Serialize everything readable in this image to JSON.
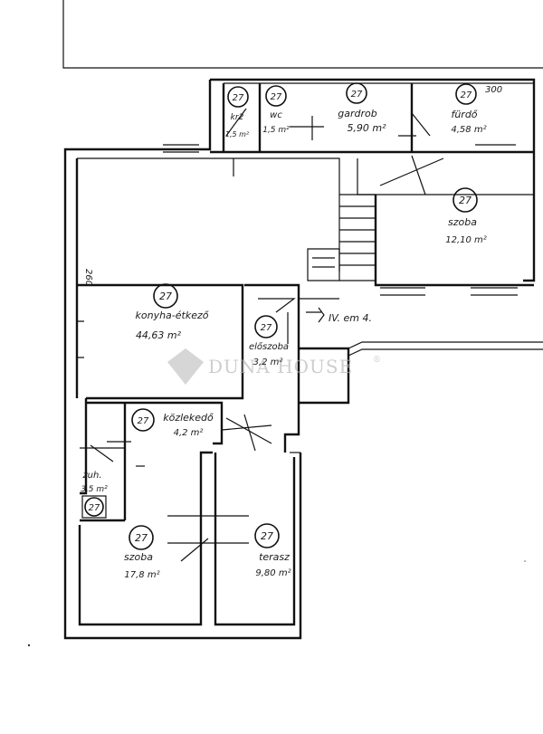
{
  "rooms": [
    {
      "num": "27",
      "name": "kr2",
      "area": "1,5 m²"
    },
    {
      "num": "27",
      "name": "wc",
      "area": "1,5 m²"
    },
    {
      "num": "27",
      "name": "gardrob",
      "area": "5,90 m²"
    },
    {
      "num": "27",
      "name": "fürdő",
      "area": "4,58 m²"
    },
    {
      "num": "27",
      "name": "szoba",
      "area": "12,10 m²"
    },
    {
      "num": "27",
      "name": "konyha-étkező",
      "area": "44,63 m²"
    },
    {
      "num": "27",
      "name": "előszoba",
      "area": "3,2 m²"
    },
    {
      "num": "27",
      "name": "közlekedő",
      "area": "4,2 m²"
    },
    {
      "num": "27",
      "name": "zuh.",
      "area": "3,5 m²"
    },
    {
      "num": "27",
      "name": "szoba",
      "area": "17,8 m²"
    },
    {
      "num": "27",
      "name": "terasz",
      "area": "9,80 m²"
    }
  ],
  "annotations": {
    "dim_300": "300",
    "dim_260": "260",
    "level_note": "IV. em 4."
  },
  "watermark": {
    "text": "DUNA HOUSE",
    "mark": "®"
  },
  "colors": {
    "ink": "#111111",
    "paper": "#ffffff",
    "watermark": "#b8b8b8"
  }
}
